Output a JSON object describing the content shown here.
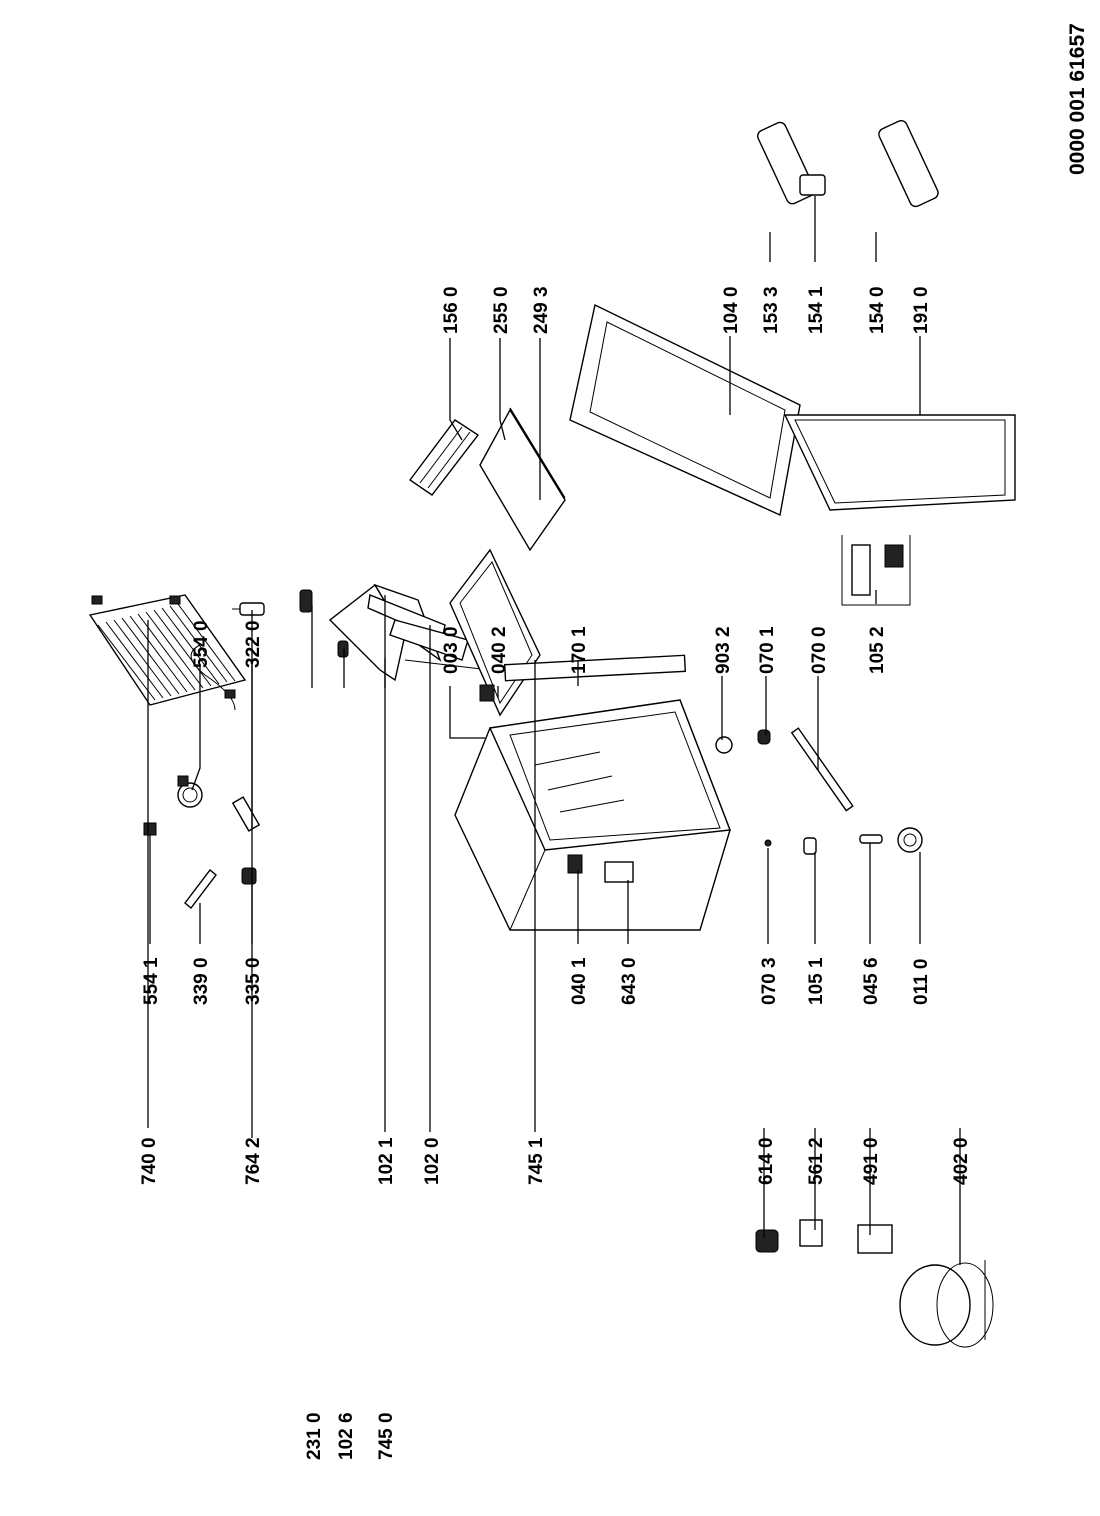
{
  "document_number": "0000 001 61657",
  "part_labels": {
    "p7400": "740 0",
    "p7642": "764 2",
    "p1021": "102 1",
    "p1020": "102 0",
    "p7451": "745 1",
    "p2310": "231 0",
    "p1026": "102 6",
    "p7450": "745 0",
    "p5541": "554 1",
    "p3390": "339 0",
    "p3350": "335 0",
    "p5540": "554 0",
    "p3220": "322 0",
    "p6140": "614 0",
    "p5612": "561 2",
    "p4910": "491 0",
    "p4020": "402 0",
    "p0401": "040 1",
    "p6430": "643 0",
    "p0703": "070 3",
    "p1051": "105 1",
    "p0456": "045 6",
    "p0110": "011 0",
    "p0030": "003 0",
    "p0402": "040 2",
    "p1701": "170 1",
    "p9032": "903 2",
    "p0701": "070 1",
    "p0700": "070 0",
    "p1052": "105 2",
    "p1560": "156 0",
    "p2550": "255 0",
    "p2493": "249 3",
    "p1040": "104 0",
    "p1533": "153 3",
    "p1541": "154 1",
    "p1540": "154 0",
    "p1910": "191 0"
  }
}
